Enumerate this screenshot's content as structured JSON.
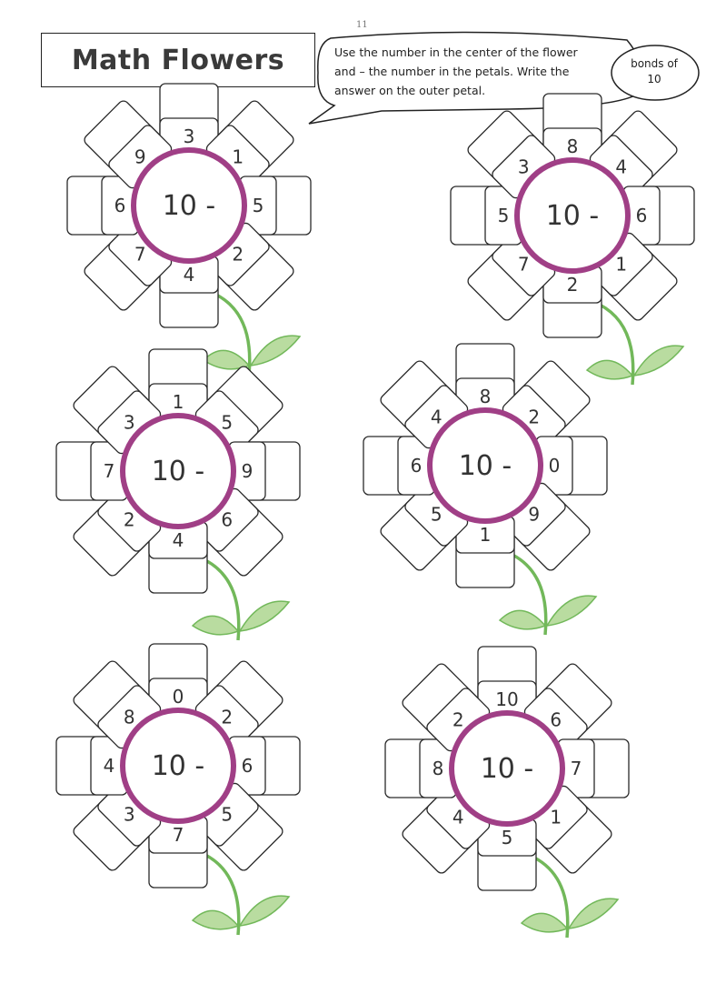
{
  "page": {
    "page_number": "11",
    "title": "Math Flowers",
    "instructions": [
      "Use the number in the center of the flower",
      "and – the number in the petals.  Write the",
      "answer on the outer petal."
    ],
    "badge": [
      "bonds of",
      "10"
    ]
  },
  "colors": {
    "ring": "#a03f86",
    "stem": "#72b85a",
    "leaf": "#b9dca0",
    "outline": "#2a2a2a"
  },
  "flowers": [
    {
      "center": "10 -",
      "petals": [
        "3",
        "1",
        "5",
        "2",
        "4",
        "7",
        "6",
        "9"
      ]
    },
    {
      "center": "10 -",
      "petals": [
        "8",
        "4",
        "6",
        "1",
        "2",
        "7",
        "5",
        "3"
      ]
    },
    {
      "center": "10 -",
      "petals": [
        "1",
        "5",
        "9",
        "6",
        "4",
        "2",
        "7",
        "3"
      ]
    },
    {
      "center": "10 -",
      "petals": [
        "8",
        "2",
        "0",
        "9",
        "1",
        "5",
        "6",
        "4"
      ]
    },
    {
      "center": "10 -",
      "petals": [
        "0",
        "2",
        "6",
        "5",
        "7",
        "3",
        "4",
        "8"
      ]
    },
    {
      "center": "10 -",
      "petals": [
        "10",
        "6",
        "7",
        "1",
        "5",
        "4",
        "8",
        "2"
      ]
    }
  ]
}
